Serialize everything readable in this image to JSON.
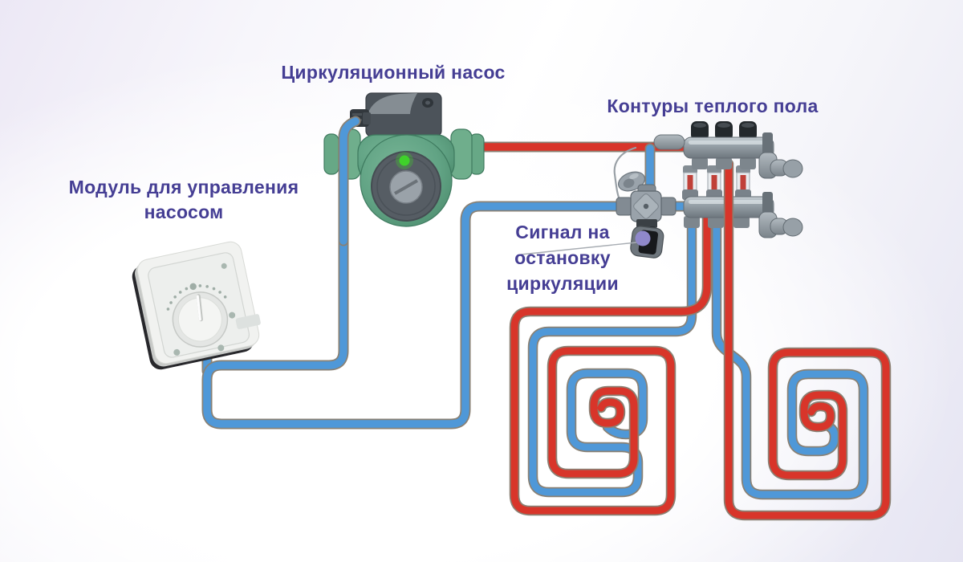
{
  "labels": {
    "pump": "Циркуляционный насос",
    "module_line1": "Модуль для управления",
    "module_line2": "насосом",
    "circuits": "Контуры теплого пола",
    "signal_line1": "Сигнал на",
    "signal_line2": "остановку",
    "signal_line3": "циркуляции"
  },
  "colors": {
    "supply_pipe_red": "#d8352a",
    "return_pipe_blue": "#4f98d8",
    "pipe_outline": "#8a8174",
    "label_text": "#453e94",
    "callout_dot": "#8f88cb",
    "pump_green": "#61a384",
    "led_green": "#3fd22a",
    "metal_gray": "#97a0a7",
    "valve_cap_black": "#23282c"
  }
}
